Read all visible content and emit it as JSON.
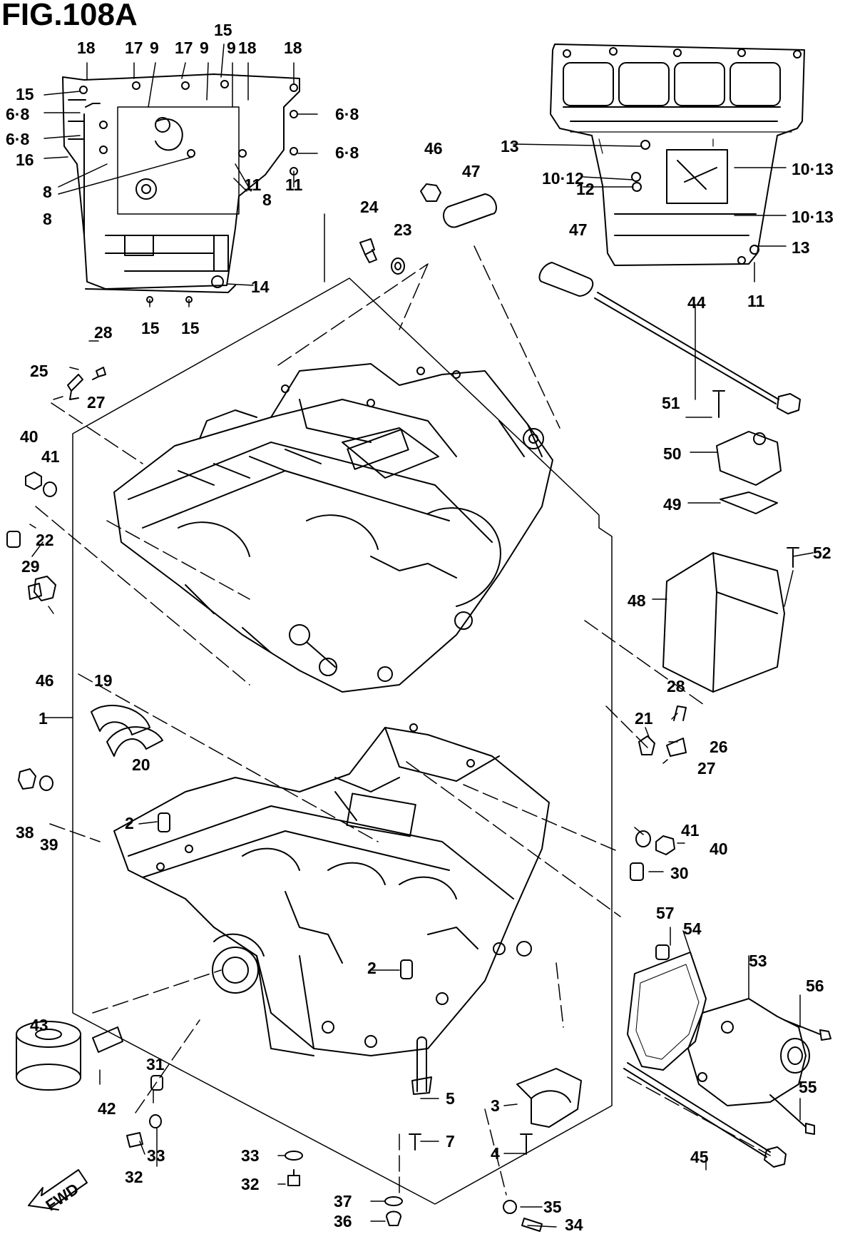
{
  "figure": {
    "title": "FIG.108A",
    "direction_tag": "FWD"
  },
  "callouts": [
    {
      "id": "c-18a",
      "text": "18"
    },
    {
      "id": "c-17a",
      "text": "17"
    },
    {
      "id": "c-9a",
      "text": "9"
    },
    {
      "id": "c-17b",
      "text": "17"
    },
    {
      "id": "c-9b",
      "text": "9"
    },
    {
      "id": "c-15top",
      "text": "15"
    },
    {
      "id": "c-9c",
      "text": "9"
    },
    {
      "id": "c-18b",
      "text": "18"
    },
    {
      "id": "c-18c",
      "text": "18"
    },
    {
      "id": "c-15l",
      "text": "15"
    },
    {
      "id": "c-68a",
      "text": "6·8"
    },
    {
      "id": "c-68b",
      "text": "6·8"
    },
    {
      "id": "c-68c",
      "text": "6·8"
    },
    {
      "id": "c-68d",
      "text": "6·8"
    },
    {
      "id": "c-16",
      "text": "16"
    },
    {
      "id": "c-8a",
      "text": "8"
    },
    {
      "id": "c-8b",
      "text": "8"
    },
    {
      "id": "c-11a",
      "text": "11"
    },
    {
      "id": "c-8c",
      "text": "8"
    },
    {
      "id": "c-11b",
      "text": "11"
    },
    {
      "id": "c-14",
      "text": "14"
    },
    {
      "id": "c-15b1",
      "text": "15"
    },
    {
      "id": "c-15b2",
      "text": "15"
    },
    {
      "id": "c-46a",
      "text": "46"
    },
    {
      "id": "c-47a",
      "text": "47"
    },
    {
      "id": "c-24",
      "text": "24"
    },
    {
      "id": "c-23",
      "text": "23"
    },
    {
      "id": "c-13a",
      "text": "13"
    },
    {
      "id": "c-1012",
      "text": "10·12"
    },
    {
      "id": "c-1013a",
      "text": "10·13"
    },
    {
      "id": "c-12",
      "text": "12"
    },
    {
      "id": "c-1013b",
      "text": "10·13"
    },
    {
      "id": "c-47b",
      "text": "47"
    },
    {
      "id": "c-13b",
      "text": "13"
    },
    {
      "id": "c-11c",
      "text": "11"
    },
    {
      "id": "c-44",
      "text": "44"
    },
    {
      "id": "c-28a",
      "text": "28"
    },
    {
      "id": "c-25",
      "text": "25"
    },
    {
      "id": "c-27a",
      "text": "27"
    },
    {
      "id": "c-51",
      "text": "51"
    },
    {
      "id": "c-50",
      "text": "50"
    },
    {
      "id": "c-40a",
      "text": "40"
    },
    {
      "id": "c-41a",
      "text": "41"
    },
    {
      "id": "c-49",
      "text": "49"
    },
    {
      "id": "c-22",
      "text": "22"
    },
    {
      "id": "c-52",
      "text": "52"
    },
    {
      "id": "c-29",
      "text": "29"
    },
    {
      "id": "c-48",
      "text": "48"
    },
    {
      "id": "c-46b",
      "text": "46"
    },
    {
      "id": "c-19",
      "text": "19"
    },
    {
      "id": "c-28b",
      "text": "28"
    },
    {
      "id": "c-1",
      "text": "1"
    },
    {
      "id": "c-21",
      "text": "21"
    },
    {
      "id": "c-26",
      "text": "26"
    },
    {
      "id": "c-20",
      "text": "20"
    },
    {
      "id": "c-27b",
      "text": "27"
    },
    {
      "id": "c-38",
      "text": "38"
    },
    {
      "id": "c-39",
      "text": "39"
    },
    {
      "id": "c-2a",
      "text": "2"
    },
    {
      "id": "c-41b",
      "text": "41"
    },
    {
      "id": "c-40b",
      "text": "40"
    },
    {
      "id": "c-30",
      "text": "30"
    },
    {
      "id": "c-57",
      "text": "57"
    },
    {
      "id": "c-54",
      "text": "54"
    },
    {
      "id": "c-53",
      "text": "53"
    },
    {
      "id": "c-2b",
      "text": "2"
    },
    {
      "id": "c-56",
      "text": "56"
    },
    {
      "id": "c-43",
      "text": "43"
    },
    {
      "id": "c-31",
      "text": "31"
    },
    {
      "id": "c-42",
      "text": "42"
    },
    {
      "id": "c-3",
      "text": "3"
    },
    {
      "id": "c-5",
      "text": "5"
    },
    {
      "id": "c-55",
      "text": "55"
    },
    {
      "id": "c-4",
      "text": "4"
    },
    {
      "id": "c-7",
      "text": "7"
    },
    {
      "id": "c-32a",
      "text": "32"
    },
    {
      "id": "c-33a",
      "text": "33"
    },
    {
      "id": "c-33b",
      "text": "33"
    },
    {
      "id": "c-45",
      "text": "45"
    },
    {
      "id": "c-32b",
      "text": "32"
    },
    {
      "id": "c-37",
      "text": "37"
    },
    {
      "id": "c-35",
      "text": "35"
    },
    {
      "id": "c-36",
      "text": "36"
    },
    {
      "id": "c-34",
      "text": "34"
    }
  ]
}
